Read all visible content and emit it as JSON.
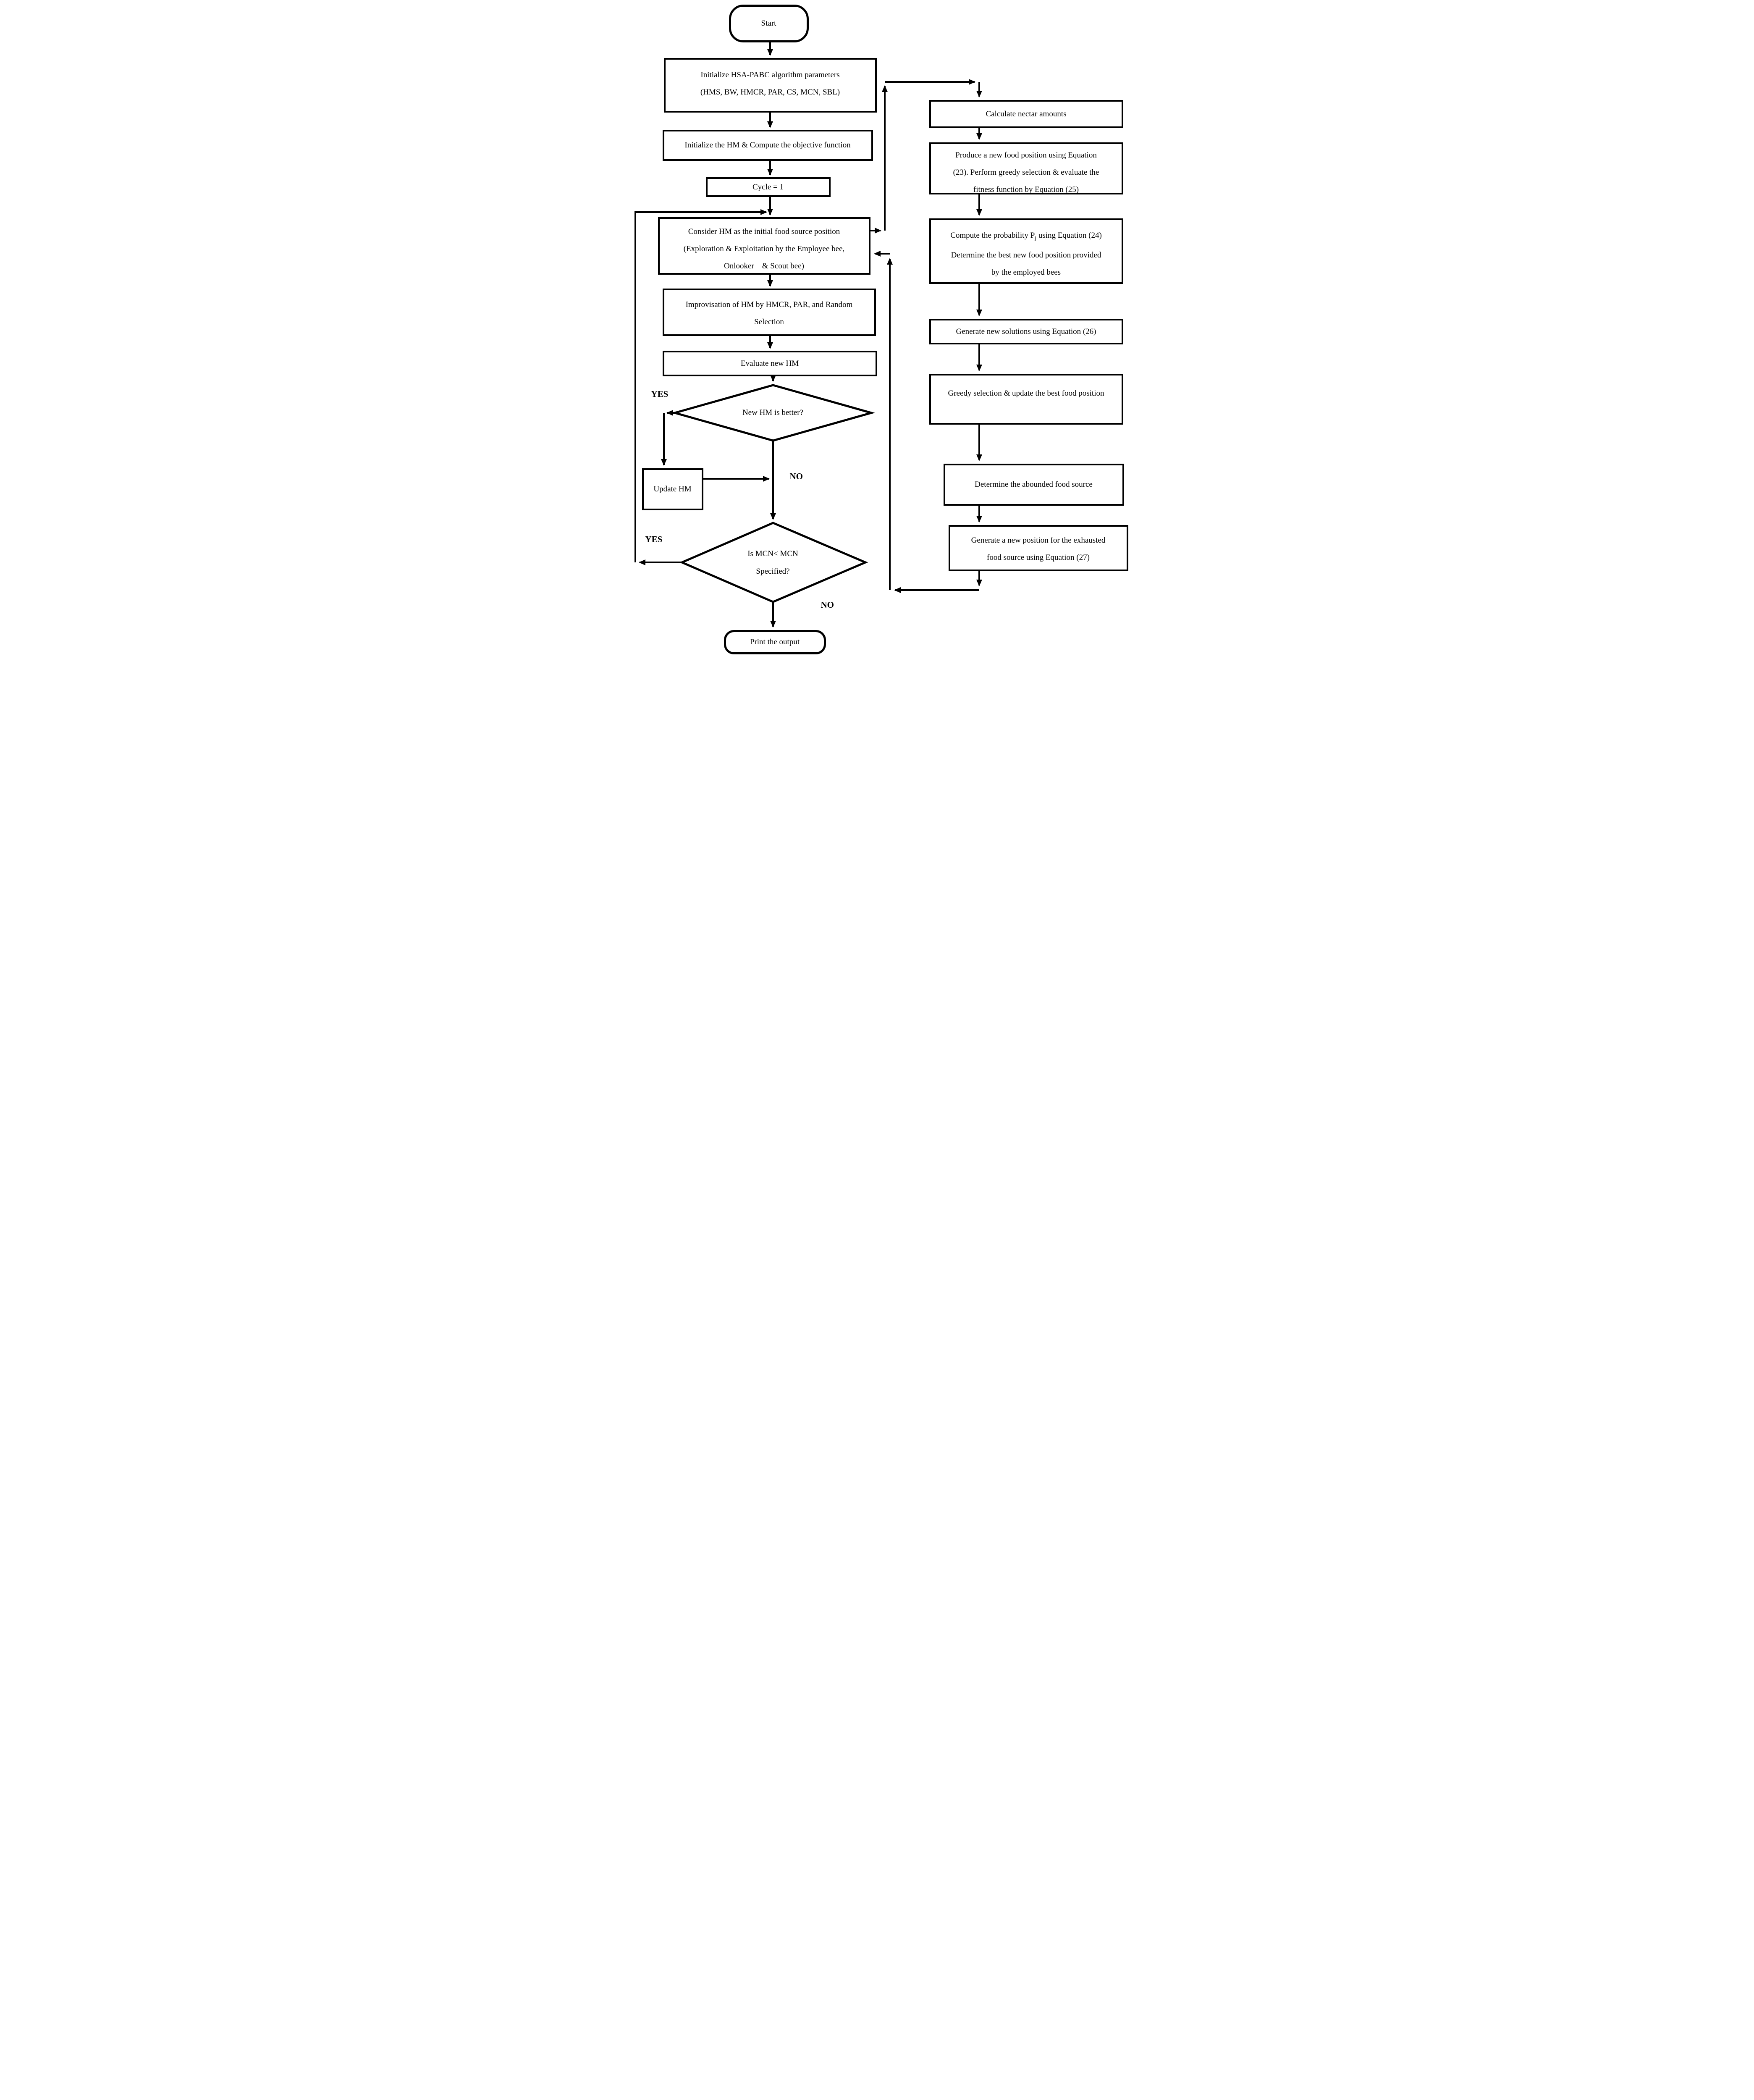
{
  "nodes": {
    "start": {
      "label": "Start"
    },
    "init_params": {
      "line1": "Initialize HSA-PABC algorithm parameters",
      "line2": "(HMS, BW, HMCR, PAR, CS, MCN, SBL)"
    },
    "init_hm": {
      "label": "Initialize the HM & Compute the objective function"
    },
    "cycle": {
      "label": "Cycle = 1"
    },
    "consider_hm": {
      "line1": "Consider HM as the initial food source position",
      "line2": "(Exploration & Exploitation by the Employee bee,",
      "line3": "Onlooker    & Scout bee)"
    },
    "improvisation": {
      "line1": "Improvisation of HM by HMCR, PAR, and Random",
      "line2": "Selection"
    },
    "evaluate": {
      "label": "Evaluate new HM"
    },
    "decision_new_hm": {
      "label": "New HM is better?"
    },
    "update_hm": {
      "label": "Update HM"
    },
    "decision_mcn": {
      "line1": "Is MCN< MCN",
      "line2": "Specified?"
    },
    "print_output": {
      "label": "Print the output"
    },
    "calc_nectar": {
      "label": "Calculate nectar amounts"
    },
    "produce_food": {
      "line1": "Produce a new food position using Equation",
      "line2": "(23). Perform greedy selection & evaluate the",
      "line3": "fitness function by Equation (25)"
    },
    "compute_prob": {
      "line1_pre": "Compute the probability P",
      "line1_sub": "j",
      "line1_post": " using Equation (24)",
      "line2": "Determine the best new food position provided",
      "line3": "by the employed bees"
    },
    "generate_solutions": {
      "label": "Generate new solutions using Equation (26)"
    },
    "greedy_selection": {
      "label": "Greedy selection & update the best food position"
    },
    "determine_abounded": {
      "label": "Determine the abounded food source"
    },
    "generate_position": {
      "line1": "Generate a new position for the exhausted",
      "line2": "food source using Equation (27)"
    }
  },
  "labels": {
    "yes_new_hm": "YES",
    "no_new_hm": "NO",
    "yes_mcn": "YES",
    "no_mcn": "NO"
  },
  "colors": {
    "line": "#000000",
    "background": "#ffffff",
    "text": "#000000"
  }
}
